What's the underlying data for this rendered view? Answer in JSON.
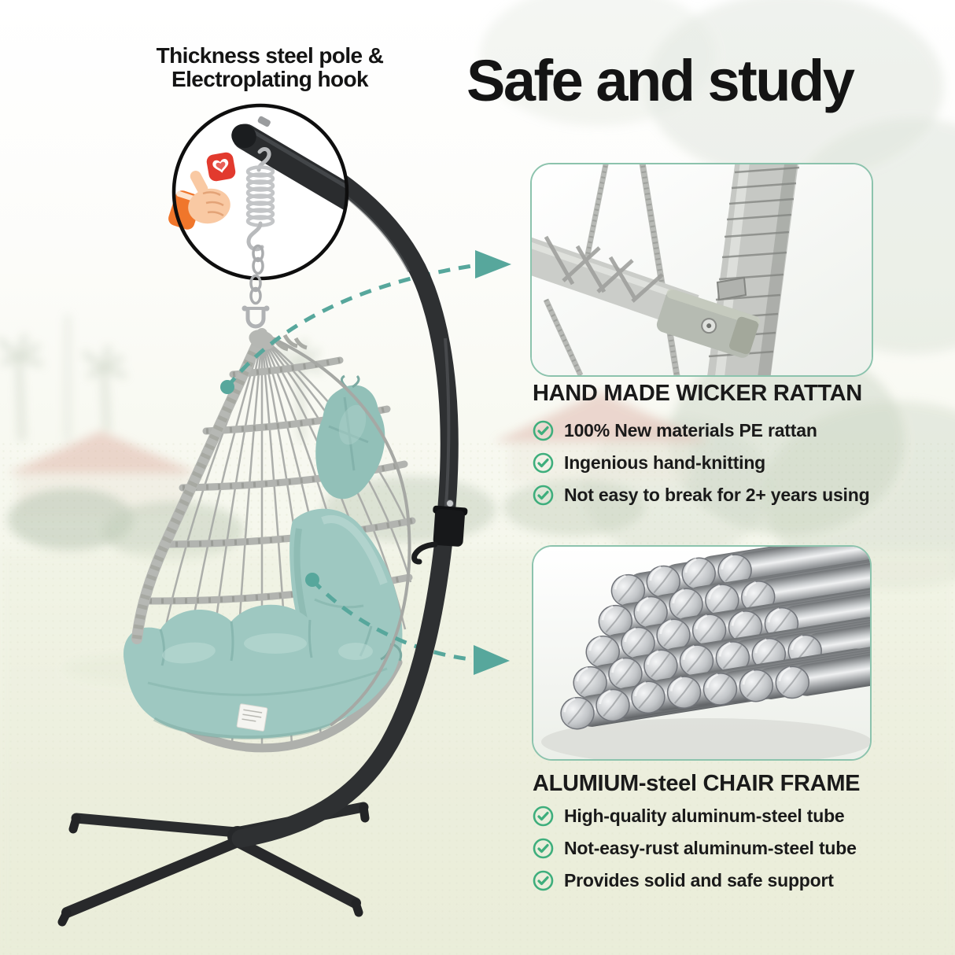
{
  "callout": {
    "label_line1": "Thickness steel pole &",
    "label_line2": "Electroplating hook"
  },
  "title": "Safe and study",
  "sections": [
    {
      "heading": "HAND MADE WICKER RATTAN",
      "image": "wicker-rattan-closeup-photo",
      "bullets": [
        "100% New materials PE rattan",
        "Ingenious hand-knitting",
        "Not easy to break for 2+ years using"
      ]
    },
    {
      "heading": "ALUMIUM-steel CHAIR FRAME",
      "image": "aluminum-steel-rods-photo",
      "bullets": [
        "High-quality aluminum-steel tube",
        "Not-easy-rust aluminum-steel tube",
        "Provides solid and safe support"
      ]
    }
  ],
  "icons": {
    "bullet_icon": "check-circle-icon",
    "callout_icons": [
      "thumbs-up-icon",
      "heart-icon"
    ]
  },
  "colors": {
    "accent_teal": "#57A79C",
    "check_green": "#3EAE7C",
    "inset_border": "#8CC3AD",
    "title_color": "#141414",
    "text_color": "#1A1A1A",
    "pole_color": "#2E3032",
    "wicker_color": "#B5B7B3",
    "cushion_color": "#9EC8C1",
    "background_bottom": "#EDEFDE"
  }
}
